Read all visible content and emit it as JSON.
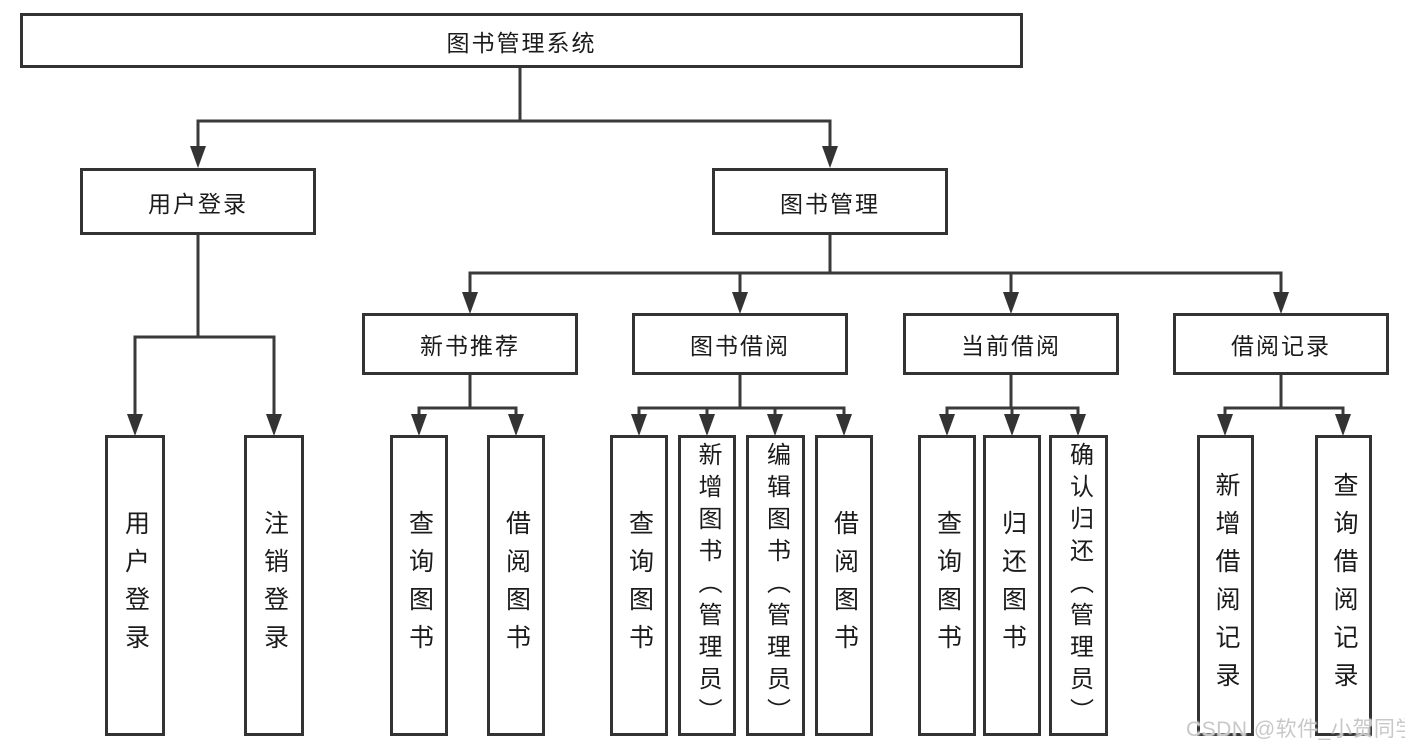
{
  "diagram": {
    "root": {
      "label": "图书管理系统"
    },
    "branches": [
      {
        "label": "用户登录"
      },
      {
        "label": "图书管理"
      }
    ],
    "modules": [
      {
        "label": "新书推荐"
      },
      {
        "label": "图书借阅"
      },
      {
        "label": "当前借阅"
      },
      {
        "label": "借阅记录"
      }
    ],
    "leaves": [
      {
        "label": "用户登录"
      },
      {
        "label": "注销登录"
      },
      {
        "label": "查询图书"
      },
      {
        "label": "借阅图书"
      },
      {
        "label": "查询图书"
      },
      {
        "label": "新增图书（管理员）"
      },
      {
        "label": "编辑图书（管理员）"
      },
      {
        "label": "借阅图书"
      },
      {
        "label": "查询图书"
      },
      {
        "label": "归还图书"
      },
      {
        "label": "确认归还（管理员）"
      },
      {
        "label": "新增借阅记录"
      },
      {
        "label": "查询借阅记录"
      }
    ]
  },
  "watermark": "CSDN @软件_小贺同学",
  "colors": {
    "box_border": "#333333",
    "line": "#3a3a3a",
    "arrow": "#333333",
    "text": "#1b1b1b",
    "watermark": "#c8c8c8",
    "background": "#ffffff"
  }
}
